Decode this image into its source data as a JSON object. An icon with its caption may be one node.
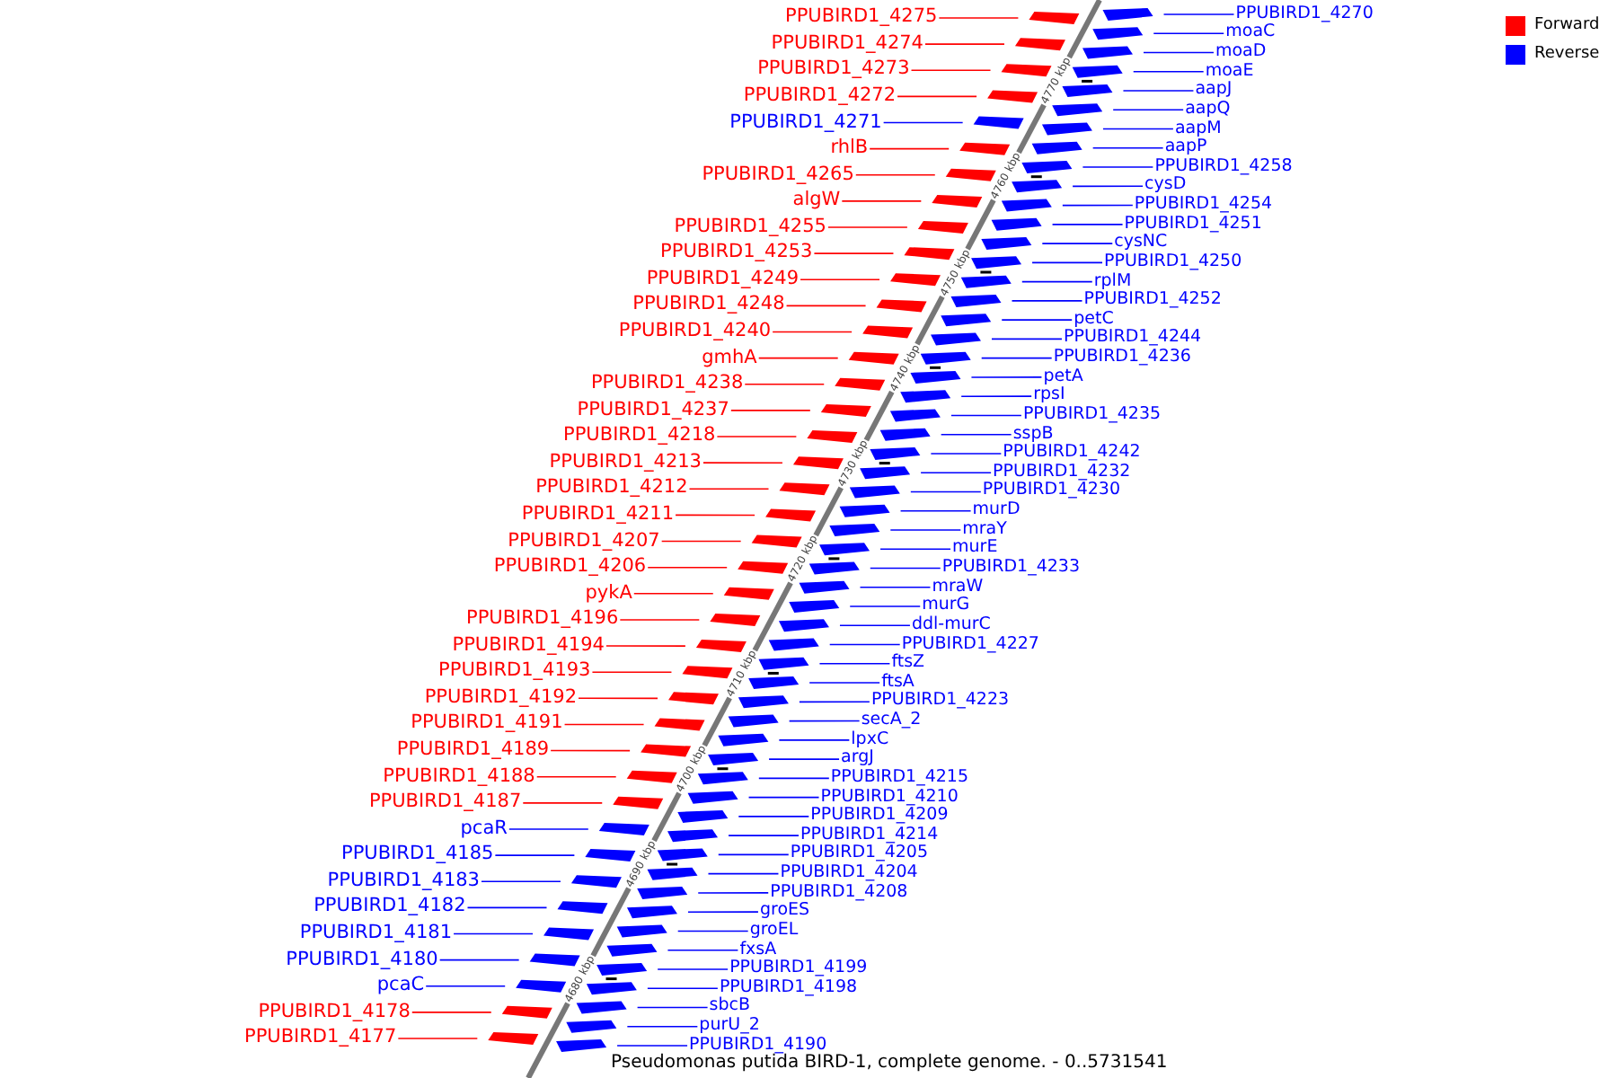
{
  "diagram": {
    "caption": "Pseudomonas putida BIRD-1, complete genome. - 0..5731541",
    "nodes": [
      {
        "text": [
          "PPUBIRD1_4275"
        ]
      },
      {
        "text": [
          "PPUBIRD1_4274"
        ]
      },
      {
        "text": [
          "PPUBIRD1_4273"
        ]
      },
      {
        "text": [
          "PPUBIRD1_4272"
        ]
      },
      {
        "text": [
          "PPUBIRD1_4271"
        ]
      },
      {
        "text": [
          "rhlB"
        ]
      },
      {
        "text": [
          "PPUBIRD1_4265"
        ]
      },
      {
        "text": [
          "algW"
        ]
      },
      {
        "text": [
          "PPUBIRD1_4255"
        ]
      },
      {
        "text": [
          "PPUBIRD1_4253"
        ]
      },
      {
        "text": [
          "PPUBIRD1_4249"
        ]
      },
      {
        "text": [
          "PPUBIRD1_4248"
        ]
      },
      {
        "text": [
          "PPUBIRD1_4240"
        ]
      },
      {
        "text": [
          "gmhA"
        ]
      },
      {
        "text": [
          "PPUBIRD1_4238"
        ]
      },
      {
        "text": [
          "PPUBIRD1_4237"
        ]
      },
      {
        "text": [
          "PPUBIRD1_4218"
        ]
      },
      {
        "text": [
          "PPUBIRD1_4213"
        ]
      },
      {
        "text": [
          "PPUBIRD1_4212"
        ]
      },
      {
        "text": [
          "PPUBIRD1_4211"
        ]
      },
      {
        "text": [
          "PPUBIRD1_4207"
        ]
      },
      {
        "text": [
          "PPUBIRD1_4206"
        ]
      },
      {
        "text": [
          "pykA"
        ]
      },
      {
        "text": [
          "PPUBIRD1_4196"
        ]
      },
      {
        "text": [
          "PPUBIRD1_4194"
        ]
      },
      {
        "text": [
          "PPUBIRD1_4193"
        ]
      },
      {
        "text": [
          "PPUBIRD1_4192"
        ]
      },
      {
        "text": [
          "PPUBIRD1_4191"
        ]
      },
      {
        "text": [
          "PPUBIRD1_4189"
        ]
      },
      {
        "text": [
          "PPUBIRD1_4188"
        ]
      },
      {
        "text": [
          "PPUBIRD1_4187"
        ]
      },
      {
        "text": [
          "pcaR"
        ]
      },
      {
        "text": [
          "PPUBIRD1_4185"
        ]
      },
      {
        "text": [
          "PPUBIRD1_4183"
        ]
      },
      {
        "text": [
          "PPUBIRD1_4182"
        ]
      },
      {
        "text": [
          "PPUBIRD1_4181"
        ]
      },
      {
        "text": [
          "PPUBIRD1_4180"
        ]
      },
      {
        "text": [
          "pcaC"
        ]
      },
      {
        "text": [
          "PPUBIRD1_4178"
        ]
      },
      {
        "text": [
          "PPUBIRD1_4177"
        ]
      },
      {
        "text": [
          "PPUBIRD1_4270"
        ]
      },
      {
        "text": [
          "moaC"
        ]
      },
      {
        "text": [
          "moaD"
        ]
      },
      {
        "text": [
          "moaE"
        ]
      },
      {
        "text": [
          "aapJ"
        ]
      },
      {
        "text": [
          "aapQ"
        ]
      },
      {
        "text": [
          "aapM"
        ]
      },
      {
        "text": [
          "aapP"
        ]
      },
      {
        "text": [
          "PPUBIRD1_4258"
        ]
      },
      {
        "text": [
          "cysD"
        ]
      },
      {
        "text": [
          "PPUBIRD1_4254"
        ]
      },
      {
        "text": [
          "PPUBIRD1_4251"
        ]
      },
      {
        "text": [
          "cysNC"
        ]
      },
      {
        "text": [
          "PPUBIRD1_4250"
        ]
      },
      {
        "text": [
          "rplM"
        ]
      },
      {
        "text": [
          "PPUBIRD1_4252"
        ]
      },
      {
        "text": [
          "petC"
        ]
      },
      {
        "text": [
          "PPUBIRD1_4244"
        ]
      },
      {
        "text": [
          "PPUBIRD1_4236"
        ]
      },
      {
        "text": [
          "petA"
        ]
      },
      {
        "text": [
          "rpsI"
        ]
      },
      {
        "text": [
          "PPUBIRD1_4235"
        ]
      },
      {
        "text": [
          "sspB"
        ]
      },
      {
        "text": [
          "PPUBIRD1_4242"
        ]
      },
      {
        "text": [
          "PPUBIRD1_4232"
        ]
      },
      {
        "text": [
          "PPUBIRD1_4230"
        ]
      },
      {
        "text": [
          "murD"
        ]
      },
      {
        "text": [
          "mraY"
        ]
      },
      {
        "text": [
          "murE"
        ]
      },
      {
        "text": [
          "PPUBIRD1_4233"
        ]
      },
      {
        "text": [
          "mraW"
        ]
      },
      {
        "text": [
          "murG"
        ]
      },
      {
        "text": [
          "ddl-murC"
        ]
      },
      {
        "text": [
          "PPUBIRD1_4227"
        ]
      },
      {
        "text": [
          "ftsZ"
        ]
      },
      {
        "text": [
          "ftsA"
        ]
      },
      {
        "text": [
          "PPUBIRD1_4223"
        ]
      },
      {
        "text": [
          "secA_2"
        ]
      },
      {
        "text": [
          "lpxC"
        ]
      },
      {
        "text": [
          "argJ"
        ]
      },
      {
        "text": [
          "PPUBIRD1_4215"
        ]
      },
      {
        "text": [
          "PPUBIRD1_4210"
        ]
      },
      {
        "text": [
          "PPUBIRD1_4209"
        ]
      },
      {
        "text": [
          "PPUBIRD1_4214"
        ]
      },
      {
        "text": [
          "PPUBIRD1_4205"
        ]
      },
      {
        "text": [
          "PPUBIRD1_4204"
        ]
      },
      {
        "text": [
          "PPUBIRD1_4208"
        ]
      },
      {
        "text": [
          "groES"
        ]
      },
      {
        "text": [
          "groEL"
        ]
      },
      {
        "text": [
          "fxsA"
        ]
      },
      {
        "text": [
          "PPUBIRD1_4199"
        ]
      },
      {
        "text": [
          "PPUBIRD1_4198"
        ]
      },
      {
        "text": [
          "sbcB"
        ]
      },
      {
        "text": [
          "purU_2"
        ]
      },
      {
        "text": [
          "PPUBIRD1_4190"
        ]
      }
    ],
    "edges": [
      {
        "from": 0,
        "to": null,
        "arrow": "none",
        "color": "#ff0000"
      },
      {
        "from": 1,
        "to": null,
        "arrow": "none",
        "color": "#ff0000"
      },
      {
        "from": 2,
        "to": null,
        "arrow": "none",
        "color": "#ff0000"
      },
      {
        "from": 3,
        "to": null,
        "arrow": "none",
        "color": "#ff0000"
      },
      {
        "from": 4,
        "to": null,
        "arrow": "none"
      },
      {
        "from": 5,
        "to": null,
        "arrow": "none",
        "color": "#ff0000"
      },
      {
        "from": 6,
        "to": null,
        "arrow": "none",
        "color": "#ff0000"
      },
      {
        "from": 7,
        "to": null,
        "arrow": "none",
        "color": "#ff0000"
      },
      {
        "from": 8,
        "to": null,
        "arrow": "none",
        "color": "#ff0000"
      },
      {
        "from": 9,
        "to": null,
        "arrow": "none",
        "color": "#ff0000"
      },
      {
        "from": 10,
        "to": null,
        "arrow": "none",
        "color": "#ff0000"
      },
      {
        "from": 11,
        "to": null,
        "arrow": "none",
        "color": "#ff0000"
      },
      {
        "from": 12,
        "to": null,
        "arrow": "none",
        "color": "#ff0000"
      },
      {
        "from": 13,
        "to": null,
        "arrow": "none",
        "color": "#ff0000"
      },
      {
        "from": 14,
        "to": null,
        "arrow": "none",
        "color": "#ff0000"
      },
      {
        "from": 15,
        "to": null,
        "arrow": "none",
        "color": "#ff0000"
      },
      {
        "from": 16,
        "to": null,
        "arrow": "none",
        "color": "#ff0000"
      },
      {
        "from": 17,
        "to": null,
        "arrow": "none",
        "color": "#ff0000"
      },
      {
        "from": 18,
        "to": null,
        "arrow": "none",
        "color": "#ff0000"
      },
      {
        "from": 19,
        "to": null,
        "arrow": "none",
        "color": "#ff0000"
      },
      {
        "from": 20,
        "to": null,
        "arrow": "none",
        "color": "#ff0000"
      },
      {
        "from": 21,
        "to": null,
        "arrow": "none",
        "color": "#ff0000"
      },
      {
        "from": 22,
        "to": null,
        "arrow": "none",
        "color": "#ff0000"
      },
      {
        "from": 23,
        "to": null,
        "arrow": "none",
        "color": "#ff0000"
      },
      {
        "from": 24,
        "to": null,
        "arrow": "none",
        "color": "#ff0000"
      },
      {
        "from": 25,
        "to": null,
        "arrow": "none",
        "color": "#ff0000"
      },
      {
        "from": 26,
        "to": null,
        "arrow": "none",
        "color": "#ff0000"
      },
      {
        "from": 27,
        "to": null,
        "arrow": "none",
        "color": "#ff0000"
      },
      {
        "from": 28,
        "to": null,
        "arrow": "none",
        "color": "#ff0000"
      },
      {
        "from": 29,
        "to": null,
        "arrow": "none",
        "color": "#ff0000"
      },
      {
        "from": 30,
        "to": null,
        "arrow": "none",
        "color": "#ff0000"
      },
      {
        "from": 31,
        "to": null,
        "arrow": "none"
      },
      {
        "from": 32,
        "to": null,
        "arrow": "none"
      },
      {
        "from": 33,
        "to": null,
        "arrow": "none"
      },
      {
        "from": 34,
        "to": null,
        "arrow": "none"
      },
      {
        "from": 35,
        "to": null,
        "arrow": "none"
      },
      {
        "from": 36,
        "to": null,
        "arrow": "none"
      },
      {
        "from": 37,
        "to": null,
        "arrow": "none"
      },
      {
        "from": 38,
        "to": null,
        "arrow": "none",
        "color": "#ff0000"
      },
      {
        "from": 39,
        "to": null,
        "arrow": "none",
        "color": "#ff0000"
      },
      {
        "from": 40,
        "to": null,
        "arrow": "none"
      },
      {
        "from": 41,
        "to": null,
        "arrow": "none"
      },
      {
        "from": 42,
        "to": null,
        "arrow": "none"
      },
      {
        "from": 43,
        "to": null,
        "arrow": "none"
      },
      {
        "from": 44,
        "to": null,
        "arrow": "none"
      },
      {
        "from": 45,
        "to": null,
        "arrow": "none"
      },
      {
        "from": 46,
        "to": null,
        "arrow": "none"
      },
      {
        "from": 47,
        "to": null,
        "arrow": "none"
      },
      {
        "from": 48,
        "to": null,
        "arrow": "none"
      },
      {
        "from": 49,
        "to": null,
        "arrow": "none"
      },
      {
        "from": 50,
        "to": null,
        "arrow": "none"
      },
      {
        "from": 51,
        "to": null,
        "arrow": "none"
      },
      {
        "from": 52,
        "to": null,
        "arrow": "none"
      },
      {
        "from": 53,
        "to": null,
        "arrow": "none"
      },
      {
        "from": 54,
        "to": null,
        "arrow": "none"
      },
      {
        "from": 55,
        "to": null,
        "arrow": "none"
      },
      {
        "from": 56,
        "to": null,
        "arrow": "none"
      },
      {
        "from": 57,
        "to": null,
        "arrow": "none"
      },
      {
        "from": 58,
        "to": null,
        "arrow": "none"
      },
      {
        "from": 59,
        "to": null,
        "arrow": "none"
      },
      {
        "from": 60,
        "to": null,
        "arrow": "none"
      },
      {
        "from": 61,
        "to": null,
        "arrow": "none"
      },
      {
        "from": 62,
        "to": null,
        "arrow": "none"
      },
      {
        "from": 63,
        "to": null,
        "arrow": "none"
      },
      {
        "from": 64,
        "to": null,
        "arrow": "none"
      },
      {
        "from": 65,
        "to": null,
        "arrow": "none"
      },
      {
        "from": 66,
        "to": null,
        "arrow": "none"
      },
      {
        "from": 67,
        "to": null,
        "arrow": "none"
      },
      {
        "from": 68,
        "to": null,
        "arrow": "none"
      },
      {
        "from": 69,
        "to": null,
        "arrow": "none"
      },
      {
        "from": 70,
        "to": null,
        "arrow": "none"
      },
      {
        "from": 71,
        "to": null,
        "arrow": "none"
      },
      {
        "from": 72,
        "to": null,
        "arrow": "none"
      },
      {
        "from": 73,
        "to": null,
        "arrow": "none"
      },
      {
        "from": 74,
        "to": null,
        "arrow": "none"
      },
      {
        "from": 75,
        "to": null,
        "arrow": "none"
      },
      {
        "from": 76,
        "to": null,
        "arrow": "none"
      },
      {
        "from": 77,
        "to": null,
        "arrow": "none"
      },
      {
        "from": 78,
        "to": null,
        "arrow": "none"
      },
      {
        "from": 79,
        "to": null,
        "arrow": "none"
      },
      {
        "from": 80,
        "to": null,
        "arrow": "none"
      },
      {
        "from": 81,
        "to": null,
        "arrow": "none"
      },
      {
        "from": 82,
        "to": null,
        "arrow": "none"
      },
      {
        "from": 83,
        "to": null,
        "arrow": "none"
      },
      {
        "from": 84,
        "to": null,
        "arrow": "none"
      },
      {
        "from": 85,
        "to": null,
        "arrow": "none"
      },
      {
        "from": 86,
        "to": null,
        "arrow": "none"
      },
      {
        "from": 87,
        "to": null,
        "arrow": "none"
      },
      {
        "from": 88,
        "to": null,
        "arrow": "none"
      },
      {
        "from": 89,
        "to": null,
        "arrow": "none"
      },
      {
        "from": 90,
        "to": null,
        "arrow": "none"
      },
      {
        "from": 91,
        "to": null,
        "arrow": "none"
      },
      {
        "from": 92,
        "to": null,
        "arrow": "none"
      },
      {
        "from": 93,
        "to": null,
        "arrow": "none"
      },
      {
        "from": 94,
        "to": null,
        "arrow": "none"
      }
    ],
    "labels": [
      "4770 kbp",
      "4760 kbp",
      "4750 kbp",
      "4740 kbp",
      "4730 kbp",
      "4720 kbp",
      "4710 kbp",
      "4700 kbp",
      "4690 kbp",
      "4680 kbp"
    ],
    "legend": [
      {
        "text": "Forward",
        "color": "#ff0000"
      },
      {
        "text": "Reverse",
        "color": "#0000ff"
      }
    ]
  }
}
